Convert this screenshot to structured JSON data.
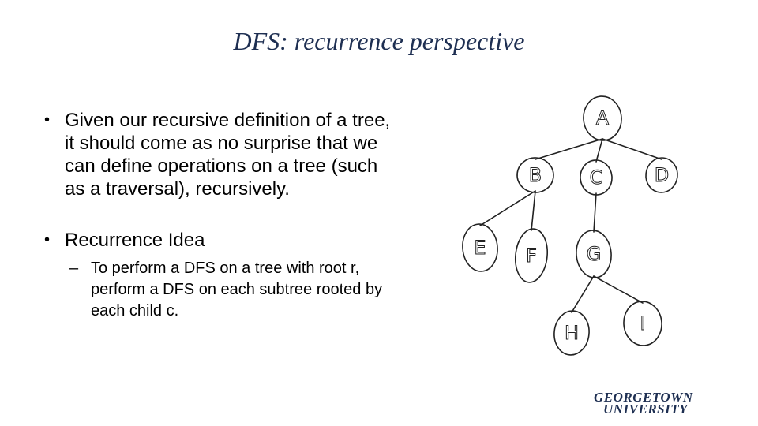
{
  "slide": {
    "title": "DFS: recurrence perspective",
    "bullets": [
      {
        "marker": "•",
        "text": "Given our recursive definition of a tree, it should come as no surprise that we can define operations on a tree (such as a traversal), recursively."
      },
      {
        "marker": "•",
        "text": "Recurrence Idea",
        "sub": [
          {
            "marker": "–",
            "text": "To perform a DFS on a tree with root r, perform a DFS on each subtree rooted by each child c."
          }
        ]
      }
    ]
  },
  "tree": {
    "nodes": [
      "A",
      "B",
      "C",
      "D",
      "E",
      "F",
      "G",
      "H",
      "I"
    ],
    "edges": [
      [
        "A",
        "B"
      ],
      [
        "A",
        "C"
      ],
      [
        "A",
        "D"
      ],
      [
        "B",
        "E"
      ],
      [
        "B",
        "F"
      ],
      [
        "C",
        "G"
      ],
      [
        "G",
        "H"
      ],
      [
        "G",
        "I"
      ]
    ],
    "line_color": "#222222"
  },
  "logo": {
    "line1": "GEORGETOWN",
    "line2": "UNIVERSITY",
    "color": "#1e2f52"
  }
}
